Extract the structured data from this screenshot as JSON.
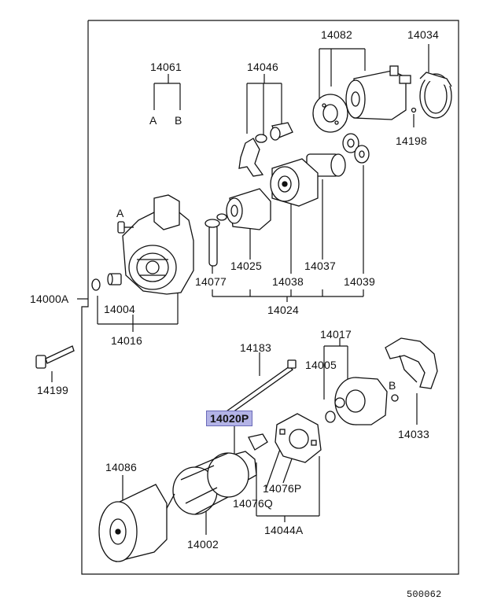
{
  "diagram": {
    "labels": {
      "p14082": "14082",
      "p14034": "14034",
      "p14061": "14061",
      "a1": "A",
      "b1": "B",
      "p14046": "14046",
      "p14198": "14198",
      "a2": "A",
      "p14025": "14025",
      "p14037": "14037",
      "p14077": "14077",
      "p14038": "14038",
      "p14039": "14039",
      "p14000A": "14000A",
      "p14004": "14004",
      "p14024": "14024",
      "p14016": "14016",
      "p14017": "14017",
      "p14183": "14183",
      "p14005": "14005",
      "p14199": "14199",
      "b2": "B",
      "p14020P": "14020P",
      "p14033": "14033",
      "p14086": "14086",
      "p14076P": "14076P",
      "p14076Q": "14076Q",
      "p14044A": "14044A",
      "p14002": "14002"
    },
    "footer_code": "500062",
    "highlight_color": "#b3b3e6"
  }
}
